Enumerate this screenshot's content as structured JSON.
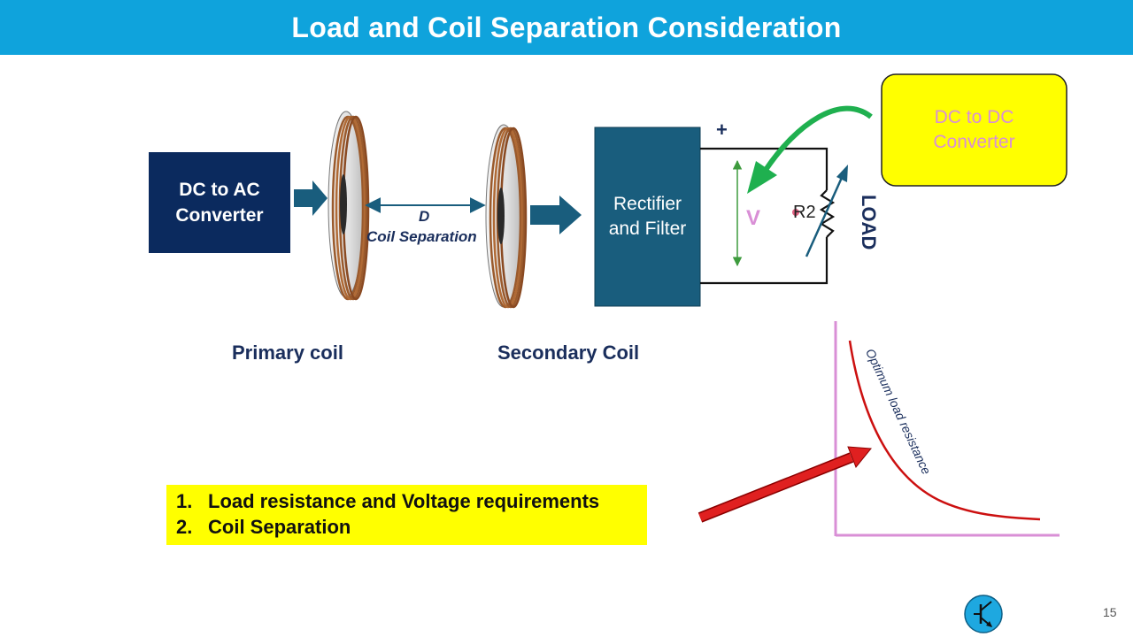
{
  "slide": {
    "title": "Load and Coil Separation Consideration",
    "page_number": "15"
  },
  "blocks": {
    "dc_ac": "DC to AC\nConverter",
    "rectifier": "Rectifier\nand Filter",
    "dc_dc": "DC to DC\nConverter"
  },
  "labels": {
    "primary_coil": "Primary coil",
    "secondary_coil": "Secondary Coil",
    "d": "D",
    "coil_separation": "Coil Separation",
    "plus": "+",
    "voltage": "V",
    "resistor": "R2",
    "load": "LOAD",
    "curve": "Optimum load resistance"
  },
  "requirements": [
    {
      "number": "1.",
      "text": "Load resistance and Voltage requirements"
    },
    {
      "number": "2.",
      "text": "Coil Separation"
    }
  ],
  "colors": {
    "header_bg": "#0fa3dc",
    "dc_ac_fill": "#0b2a5e",
    "rectifier_fill": "#195d7d",
    "dc_dc_fill": "#ffff00",
    "block_arrow": "#195d7d",
    "coil_copper": "#a0522d",
    "green_arrow": "#1fb04f",
    "red_arrow": "#e02020",
    "axis": "#d98fd6",
    "curve": "#cc1010",
    "highlight": "#ffff00"
  },
  "icons": [
    "transistor-logo-icon"
  ]
}
